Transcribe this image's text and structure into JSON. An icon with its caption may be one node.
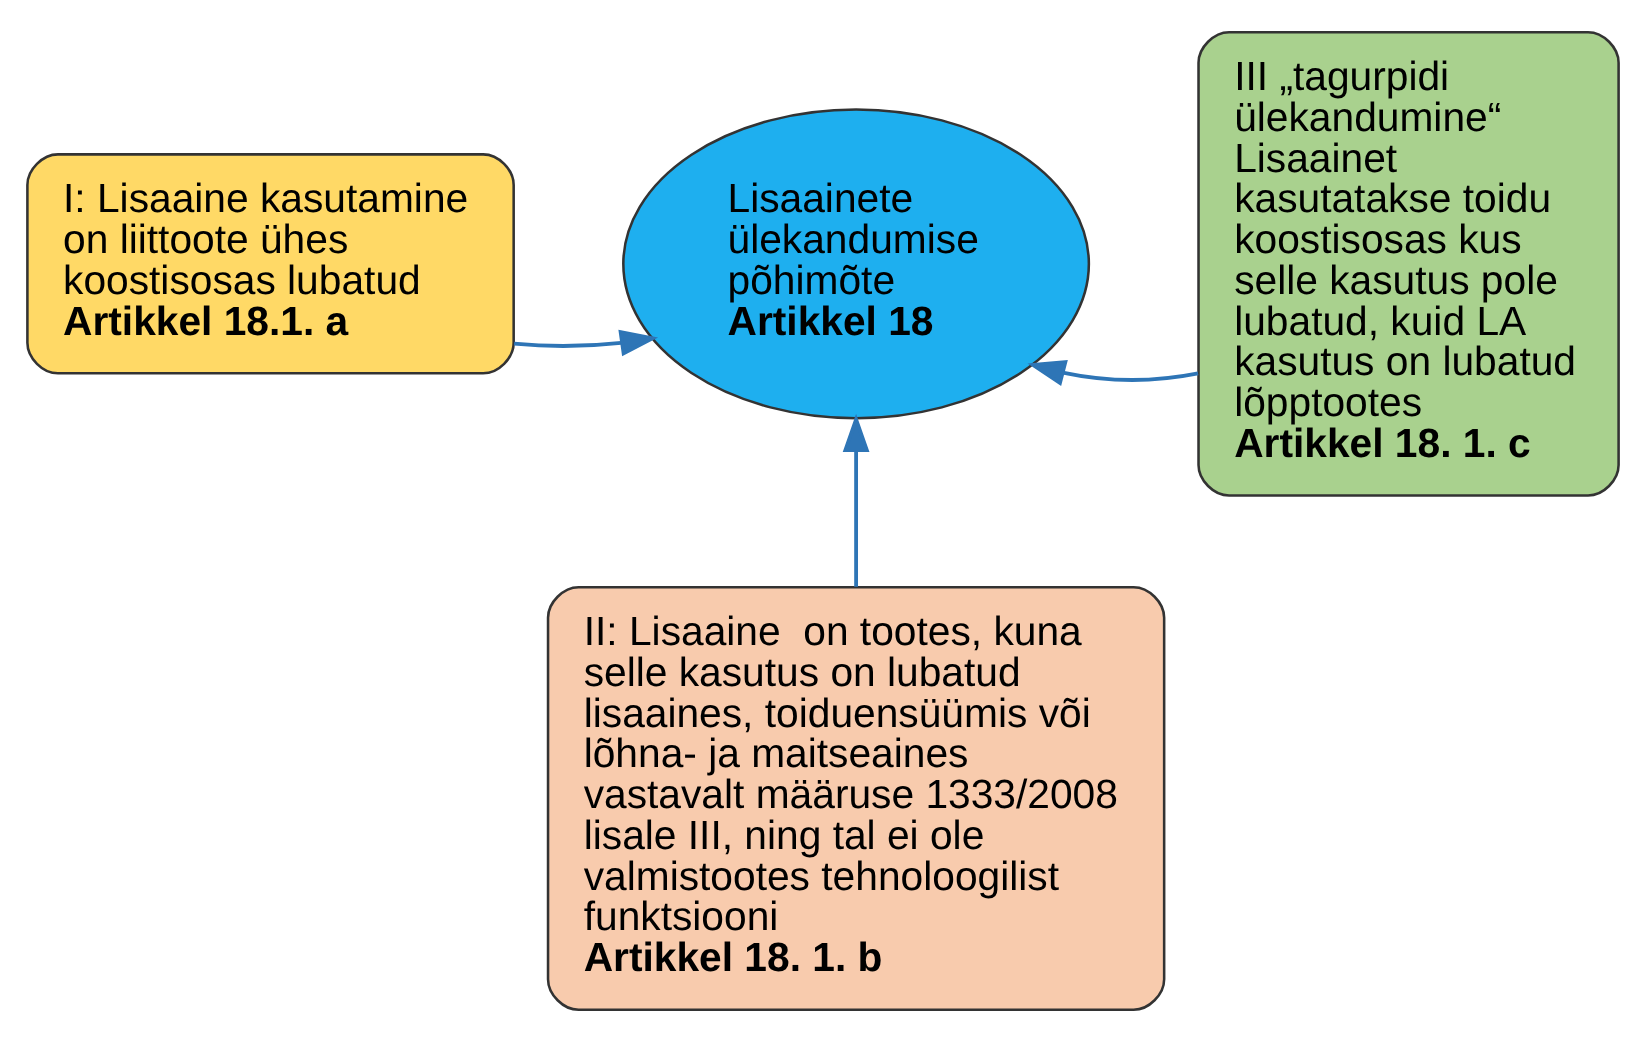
{
  "diagram": {
    "nodes": [
      {
        "text": [
          "Lisaainete ülekandumise põhimõte",
          "Artikkel 18"
        ]
      },
      {
        "text": [
          "I: Lisaaine kasutamine on liittoote ühes koostisosas lubatud",
          "Artikkel 18.1. a"
        ]
      },
      {
        "text": [
          "II: Lisaaine  on tootes, kuna selle kasutus on lubatud lisaaines, toiduensüümis või lõhna- ja maitseaines vastavalt määruse 1333/2008 lisale III, ning tal ei ole valmistootes tehnoloogilist funktsiooni",
          "Artikkel 18. 1. b"
        ]
      },
      {
        "text": [
          "III „tagurpidi ülekandumine“ Lisaainet kasutatakse toidu koostisosas kus selle kasutus pole lubatud, kuid LA kasutus on lubatud lõpptootes",
          "Artikkel 18. 1. c"
        ]
      }
    ],
    "edges": [
      {
        "from": 1,
        "to": 0,
        "arrow": "to"
      },
      {
        "from": 2,
        "to": 0,
        "arrow": "to"
      },
      {
        "from": 3,
        "to": 0,
        "arrow": "to"
      }
    ]
  }
}
